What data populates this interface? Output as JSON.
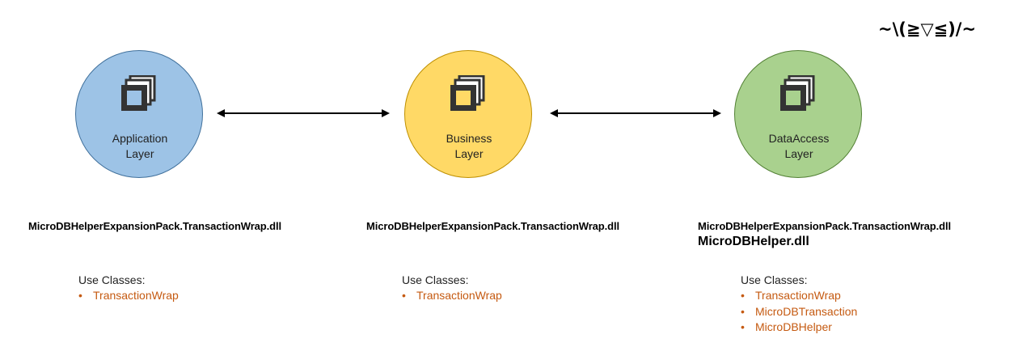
{
  "emoticon": "~\\(≧▽≦)/~",
  "colors": {
    "application": {
      "fill": "#9dc3e6",
      "stroke": "#41719c",
      "icon_inner": "#9dc3e6"
    },
    "business": {
      "fill": "#ffd966",
      "stroke": "#bf9000",
      "icon_inner": "#ffd966"
    },
    "data_access": {
      "fill": "#a9d18e",
      "stroke": "#538135",
      "icon_inner": "#a9d18e"
    },
    "class_text": "#c55a11"
  },
  "layers": [
    {
      "label_line1": "Application",
      "label_line2": "Layer",
      "icon": "stacked-squares-icon",
      "dll": "MicroDBHelperExpansionPack.TransactionWrap.dll",
      "uses_heading": "Use Classes:",
      "classes": [
        "TransactionWrap"
      ]
    },
    {
      "label_line1": "Business",
      "label_line2": "Layer",
      "icon": "stacked-squares-icon",
      "dll": "MicroDBHelperExpansionPack.TransactionWrap.dll",
      "uses_heading": "Use Classes:",
      "classes": [
        "TransactionWrap"
      ]
    },
    {
      "label_line1": "DataAccess",
      "label_line2": "Layer",
      "icon": "stacked-squares-icon",
      "dll": "MicroDBHelperExpansionPack.TransactionWrap.dll",
      "dll_extra": "MicroDBHelper.dll",
      "uses_heading": "Use Classes:",
      "classes": [
        "TransactionWrap",
        "MicroDBTransaction",
        "MicroDBHelper"
      ]
    }
  ],
  "connectors": [
    {
      "type": "double-arrow",
      "from": "Application Layer",
      "to": "Business Layer"
    },
    {
      "type": "double-arrow",
      "from": "Business Layer",
      "to": "DataAccess Layer"
    }
  ]
}
